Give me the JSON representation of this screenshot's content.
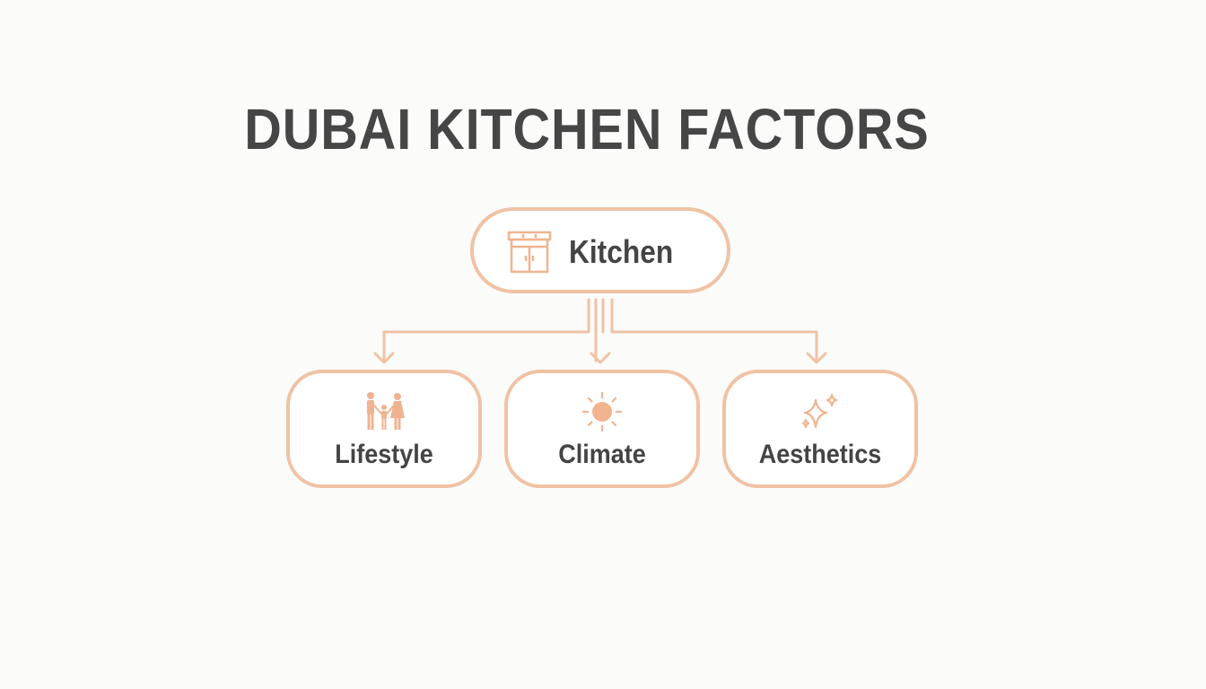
{
  "title": "DUBAI KITCHEN FACTORS",
  "colors": {
    "accent": "#f0c2a4",
    "icon": "#f0b390",
    "text": "#444444",
    "background": "#fbfbfa"
  },
  "root": {
    "label": "Kitchen",
    "icon": "kitchen-cabinet-icon"
  },
  "children": [
    {
      "label": "Lifestyle",
      "icon": "family-icon"
    },
    {
      "label": "Climate",
      "icon": "sun-icon"
    },
    {
      "label": "Aesthetics",
      "icon": "sparkle-icon"
    }
  ]
}
